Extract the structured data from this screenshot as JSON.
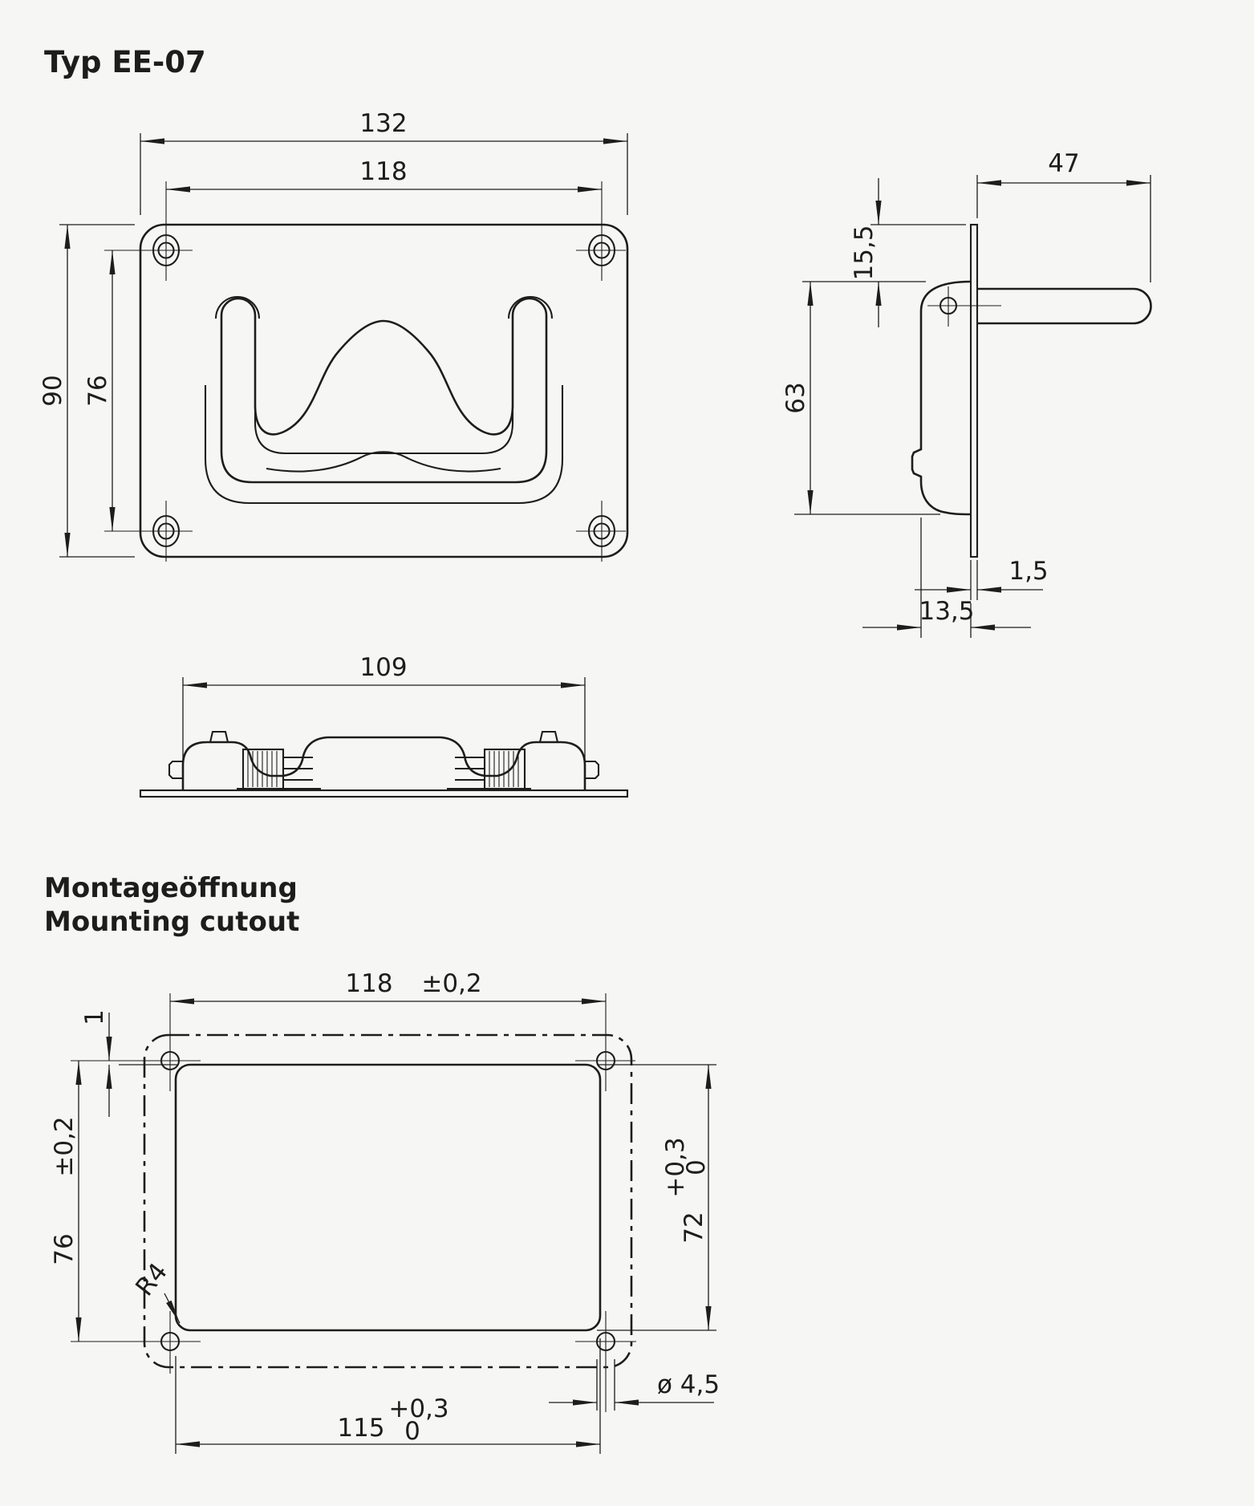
{
  "title": "Typ EE-07",
  "headings": {
    "cutout_title_de": "Montageöffnung",
    "cutout_title_en": "Mounting cutout"
  },
  "colors": {
    "background": "#f6f6f5",
    "ink": "#1d1d1b"
  },
  "front_view": {
    "overall_width": "132",
    "hole_spacing_width": "118",
    "overall_height": "90",
    "hole_spacing_height": "76"
  },
  "side_view": {
    "handle_length": "47",
    "recess_top_offset": "15,5",
    "recess_height": "63",
    "flange_thickness": "1,5",
    "recess_depth": "13,5"
  },
  "bottom_view": {
    "recess_width": "109"
  },
  "cutout_view": {
    "hole_spacing_width": "118",
    "hole_spacing_width_tol": "±0,2",
    "cutout_top_offset": "1",
    "hole_spacing_height": "76",
    "hole_spacing_height_tol": "±0,2",
    "cutout_height": "72",
    "cutout_height_tol_plus": "+0,3",
    "cutout_height_tol_zero": "0",
    "corner_radius": "R4",
    "cutout_width": "115",
    "cutout_width_tol_plus": "+0,3",
    "cutout_width_tol_zero": "0",
    "hole_diameter": "ø 4,5"
  }
}
